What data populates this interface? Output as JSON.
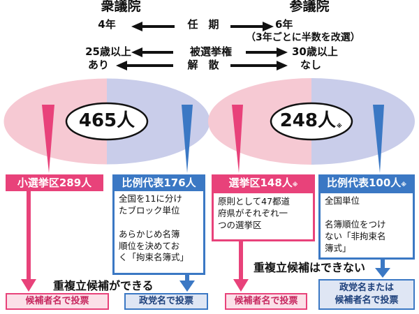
{
  "house_left": {
    "name": "衆議院",
    "term": "4年",
    "eligibility": "25歳以上",
    "dissolution": "あり",
    "seats": "465人",
    "single_district": "小選挙区289人",
    "proportional": "比例代表176人",
    "proportional_desc": "全国を11に分け\nたブロック単位\n\nあらかじめ名簿\n順位を決めてお\nく「拘束名簿式」",
    "duplicate_note": "重複立候補ができる",
    "vote_candidate": "候補者名で投票",
    "vote_party": "政党名で投票"
  },
  "house_right": {
    "name": "参議院",
    "term": "6年",
    "term_note": "（3年ごとに半数を改選）",
    "eligibility": "30歳以上",
    "dissolution": "なし",
    "seats": "248人",
    "seats_mark": "※",
    "district": "選挙区148人",
    "district_mark": "※",
    "district_desc": "原則として47都道\n府県がそれぞれ一\nつの選挙区",
    "proportional": "比例代表100人",
    "proportional_mark": "※",
    "proportional_desc": "全国単位\n\n名簿順位をつけ\nない「非拘束名\n簿式」",
    "duplicate_note": "重複立候補はできない",
    "vote_candidate": "候補者名で投票",
    "vote_party": "政党名または\n候補者名で投票"
  },
  "comparison": {
    "term_label": "任　期",
    "eligibility_label": "被選挙権",
    "dissolution_label": "解　散"
  },
  "colors": {
    "pink": "#e8427a",
    "pink_light": "#f6c9d3",
    "blue": "#3b78c4",
    "blue_light": "#c9cdea"
  }
}
